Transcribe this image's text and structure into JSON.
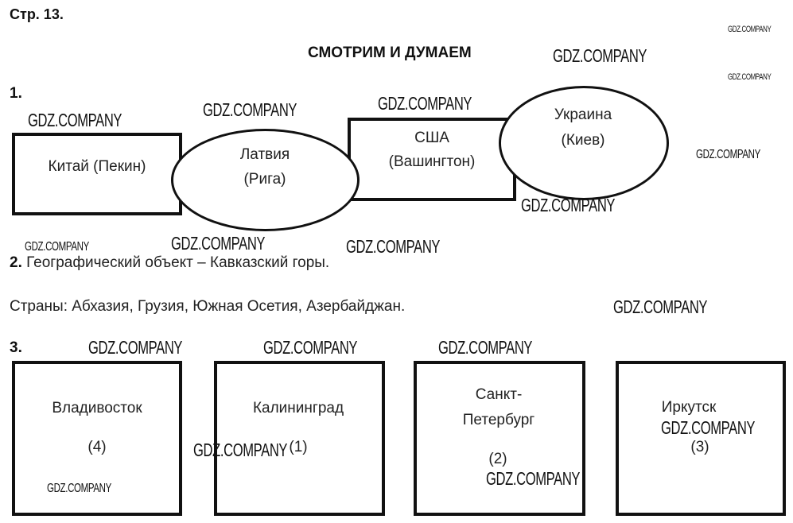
{
  "page_label": "Стр. 13.",
  "title": "СМОТРИМ И ДУМАЕМ",
  "task1": {
    "number": "1.",
    "items": [
      {
        "line1": "Китай (Пекин)",
        "shape": "rect"
      },
      {
        "line1": "Латвия",
        "line2": "(Рига)",
        "shape": "ellipse"
      },
      {
        "line1": "США",
        "line2": "(Вашингтон)",
        "shape": "rect"
      },
      {
        "line1": "Украина",
        "line2": "(Киев)",
        "shape": "ellipse"
      }
    ]
  },
  "task2": {
    "number": "2.",
    "text": "Географический объект – Кавказский горы.",
    "countries": "Страны: Абхазия, Грузия, Южная Осетия, Азербайджан."
  },
  "task3": {
    "number": "3.",
    "cities": [
      {
        "name": "Владивосток",
        "rank": "(4)"
      },
      {
        "name": "Калининград",
        "rank": "(1)"
      },
      {
        "name_line1": "Санкт-",
        "name_line2": "Петербург",
        "rank": "(2)"
      },
      {
        "name": "Иркутск",
        "rank": "(3)"
      }
    ]
  },
  "watermark": "GDZ.COMPANY"
}
